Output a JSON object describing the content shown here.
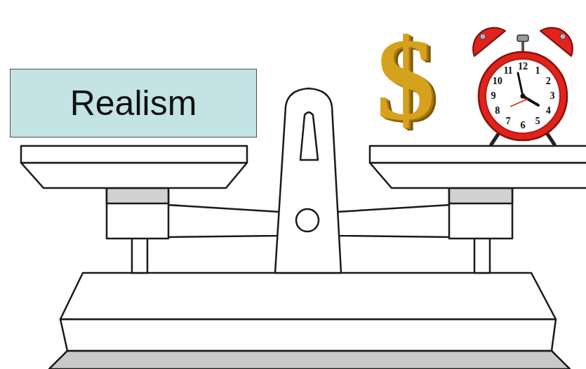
{
  "diagram": {
    "nodes": [
      {
        "text": [
          "Realism"
        ]
      }
    ],
    "labels": [
      "$",
      "12",
      "1",
      "2",
      "3",
      "4",
      "5",
      "6",
      "7",
      "8",
      "9",
      "10",
      "11"
    ]
  }
}
